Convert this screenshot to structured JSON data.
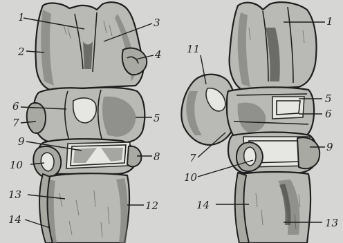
{
  "figure_left": {
    "labels": [
      {
        "id": "l1",
        "text": "1"
      },
      {
        "id": "l2",
        "text": "2"
      },
      {
        "id": "l3",
        "text": "3"
      },
      {
        "id": "l4",
        "text": "4"
      },
      {
        "id": "l5",
        "text": "5"
      },
      {
        "id": "l6",
        "text": "6"
      },
      {
        "id": "l7",
        "text": "7"
      },
      {
        "id": "l8",
        "text": "8"
      },
      {
        "id": "l9",
        "text": "9"
      },
      {
        "id": "l10",
        "text": "10"
      },
      {
        "id": "l12",
        "text": "12"
      },
      {
        "id": "l13",
        "text": "13"
      },
      {
        "id": "l14",
        "text": "14"
      }
    ]
  },
  "figure_right": {
    "labels": [
      {
        "id": "r1",
        "text": "1"
      },
      {
        "id": "r5",
        "text": "5"
      },
      {
        "id": "r6",
        "text": "6"
      },
      {
        "id": "r7",
        "text": "7"
      },
      {
        "id": "r9",
        "text": "9"
      },
      {
        "id": "r10",
        "text": "10"
      },
      {
        "id": "r11",
        "text": "11"
      },
      {
        "id": "r13",
        "text": "13"
      },
      {
        "id": "r14",
        "text": "14"
      }
    ]
  }
}
